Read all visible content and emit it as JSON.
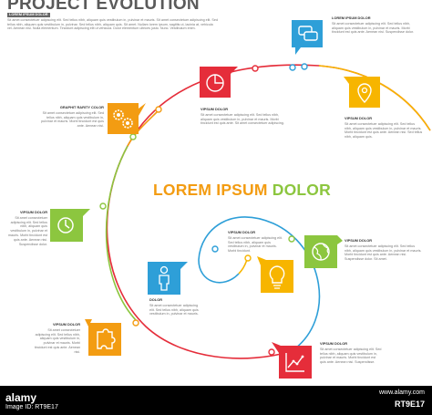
{
  "header": {
    "title": "PROJECT EVOLUTION",
    "intro_heading": "LOREM IPSUM DOLOR",
    "intro_text": "Sit amet consectetuer adipiscing elit. Sed tellus nibh, aliquam quis vestibulum in, pulvinar et mauris. Sit amet consectetuer adipiscing elit. Sed tellus nibh, aliquam quis vestibulum in, pulvinar. Sed tellus nibh, aliquam quis. Sit amet. Nullam lorem ipsum, sagittis ut, lacinia at, vehicula vel. Aenean nisi. Nulla elementum. Tincidunt adipiscing elit ut vehicula. Dolor elementum ultrices justo. Nunc. Vestibulum enim."
  },
  "center": {
    "word1": "LOREM IPSUM",
    "word2": "DOLOR"
  },
  "steps": [
    {
      "title": "LOREM IPSUM DOLOR",
      "text": "Sit amet consectetuer adipiscing elit. Sed tellus nibh, aliquam quis vestibulum in, pulvinar et mauris. Morbi tincidunt est quis ante. Aenean nisi. Suspendisse dolor.",
      "icon": "chat-icon",
      "color": "#2e9fd8"
    },
    {
      "title": "VIPSUM DOLOR",
      "text": "Sit amet consectetuer adipiscing elit. Sed tellus nibh, aliquam quis vestibulum in, pulvinar et mauris. Morbi tincidunt est quis ante. Aenean nisi. Sed tellus nibh, aliquam quis.",
      "icon": "map-pin-icon",
      "color": "#f7b500"
    },
    {
      "title": "VIPSUM DOLOR",
      "text": "Sit amet consectetuer adipiscing elit. Sed tellus nibh, aliquam quis vestibulum in, pulvinar et mauris. Morbi tincidunt est quis ante. Sit amet consectetuer adipiscing.",
      "icon": "pie-chart-icon",
      "color": "#e52d3a"
    },
    {
      "title": "GRAPHIT RARITY COLOR",
      "text": "Sit amet consectetuer adipiscing elit. Sed tellus nibh, aliquam quis vestibulum in, pulvinar et mauris. Morbi tincidunt est quis ante. Aenean nisi.",
      "icon": "gears-icon",
      "color": "#f39c12"
    },
    {
      "title": "VIPSUM DOLOR",
      "text": "Sit amet consectetuer adipiscing elit. Sed tellus nibh, aliquam quis vestibulum in, pulvinar et mauris. Morbi tincidunt est quis ante. Aenean nisi. Suspendisse dolor.",
      "icon": "clock-icon",
      "color": "#8cc63f"
    },
    {
      "title": "VIPSUM DOLOR",
      "text": "Sit amet consectetuer adipiscing elit. Sed tellus nibh, aliquam quis vestibulum in, pulvinar et mauris. Morbi tincidunt est quis ante. Aenean nisi.",
      "icon": "puzzle-icon",
      "color": "#f39c12"
    },
    {
      "title": "VIPSUM DOLOR",
      "text": "Sit amet consectetuer adipiscing elit. Sed tellus nibh, aliquam quis vestibulum in, pulvinar et mauris. Morbi tincidunt est quis ante. Aenean nisi. Suspendisse.",
      "icon": "line-chart-icon",
      "color": "#e52d3a"
    },
    {
      "title": "VIPSUM DOLOR",
      "text": "Sit amet consectetuer adipiscing elit. Sed tellus nibh, aliquam quis vestibulum in, pulvinar et mauris. Morbi tincidunt est quis ante. Aenean nisi. Suspendisse dolor. Sit amet.",
      "icon": "globe-icon",
      "color": "#8cc63f"
    },
    {
      "title": "VIPSUM DOLOR",
      "text": "Sit amet consectetuer adipiscing elit. Sed tellus nibh, aliquam quis vestibulum in, pulvinar et mauris. Morbi tincidunt.",
      "icon": "lightbulb-icon",
      "color": "#f7b500"
    },
    {
      "title": "DOLOR",
      "text": "Sit amet consectetuer adipiscing elit. Sed tellus nibh, aliquam quis vestibulum in, pulvinar et mauris.",
      "icon": "person-icon",
      "color": "#2e9fd8"
    }
  ],
  "footer": {
    "brand": "alamy",
    "caption": "Image ID: RT9E17",
    "site": "www.alamy.com",
    "code": "RT9E17"
  }
}
